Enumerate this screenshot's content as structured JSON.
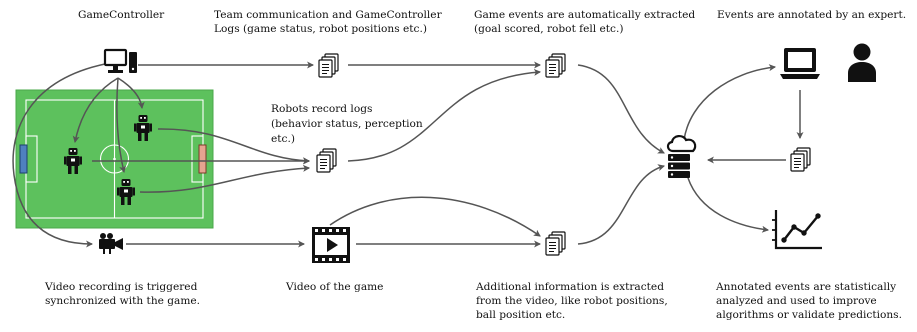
{
  "colors": {
    "field_green": "#5dc15d",
    "field_border": "#4aa84a",
    "arrow_gray": "#555555",
    "goal_left": "#4f80bf",
    "goal_right": "#e6a490",
    "ink": "#111111"
  },
  "labels": {
    "game_controller": "GameController",
    "team_comm": [
      "Team communication and GameController",
      "Logs (game status, robot positions etc.)"
    ],
    "robots_logs": [
      "Robots record logs",
      "(behavior status, perception",
      "etc.)"
    ],
    "game_events": [
      "Game events are automatically extracted",
      "(goal scored, robot fell etc.)"
    ],
    "expert": "Events are annotated by an expert.",
    "video_recording": [
      "Video recording is triggered",
      "synchronized with the game."
    ],
    "video_of_game": "Video of the game",
    "additional_info": [
      "Additional information is extracted",
      "from the video, like robot positions,",
      "ball position etc."
    ],
    "analysis": [
      "Annotated events are  statistically",
      "analyzed and used to improve",
      "algorithms or validate predictions."
    ]
  },
  "icons": {
    "game_controller": "desktop-computer-icon",
    "robot": "robot-icon",
    "camera": "video-camera-icon",
    "log_files": "document-stack-icon",
    "video": "film-play-icon",
    "storage": "cloud-database-icon",
    "laptop": "laptop-icon",
    "person": "person-icon",
    "chart": "line-chart-icon"
  }
}
